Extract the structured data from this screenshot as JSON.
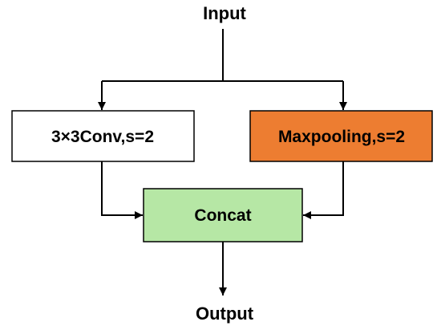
{
  "diagram": {
    "input_label": "Input",
    "output_label": "Output",
    "nodes": {
      "conv": {
        "label": "3×3Conv,s=2",
        "fill": "#ffffff"
      },
      "maxpool": {
        "label": "Maxpooling,s=2",
        "fill": "#ed7d31"
      },
      "concat": {
        "label": "Concat",
        "fill": "#b6e7a5"
      }
    },
    "edge_color": "#000000",
    "border_color": "#000000"
  }
}
